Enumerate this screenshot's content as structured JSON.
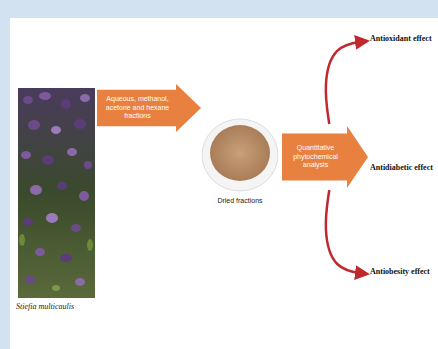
{
  "diagram": {
    "nodes": [
      {
        "text": [
          "Stiefia multicaulis"
        ]
      },
      {
        "text": [
          "Aqueous, methanol, acetone and hexane fractions"
        ]
      },
      {
        "text": [
          "Dried fractions"
        ]
      },
      {
        "text": [
          "Quantitative phytochemical analysis"
        ]
      },
      {
        "text": [
          "Antioxidant effect"
        ]
      },
      {
        "text": [
          "Antidiabetic effect"
        ]
      },
      {
        "text": [
          "Antiobesity effect"
        ]
      }
    ],
    "edges": [
      {
        "from": 3,
        "to": 4,
        "arrow": "to"
      },
      {
        "from": 3,
        "to": 6,
        "arrow": "to"
      }
    ]
  }
}
